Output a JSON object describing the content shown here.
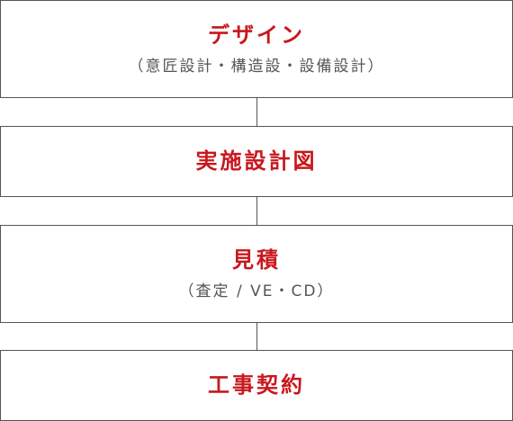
{
  "colors": {
    "accent": "#c9171e",
    "border": "#555555",
    "subtext": "#555555"
  },
  "steps": [
    {
      "title": "デザイン",
      "subtitle": "（意匠設計・構造設・設備設計）"
    },
    {
      "title": "実施設計図"
    },
    {
      "title": "見積",
      "subtitle": "（査定 / VE・CD）"
    },
    {
      "title": "工事契約"
    }
  ]
}
